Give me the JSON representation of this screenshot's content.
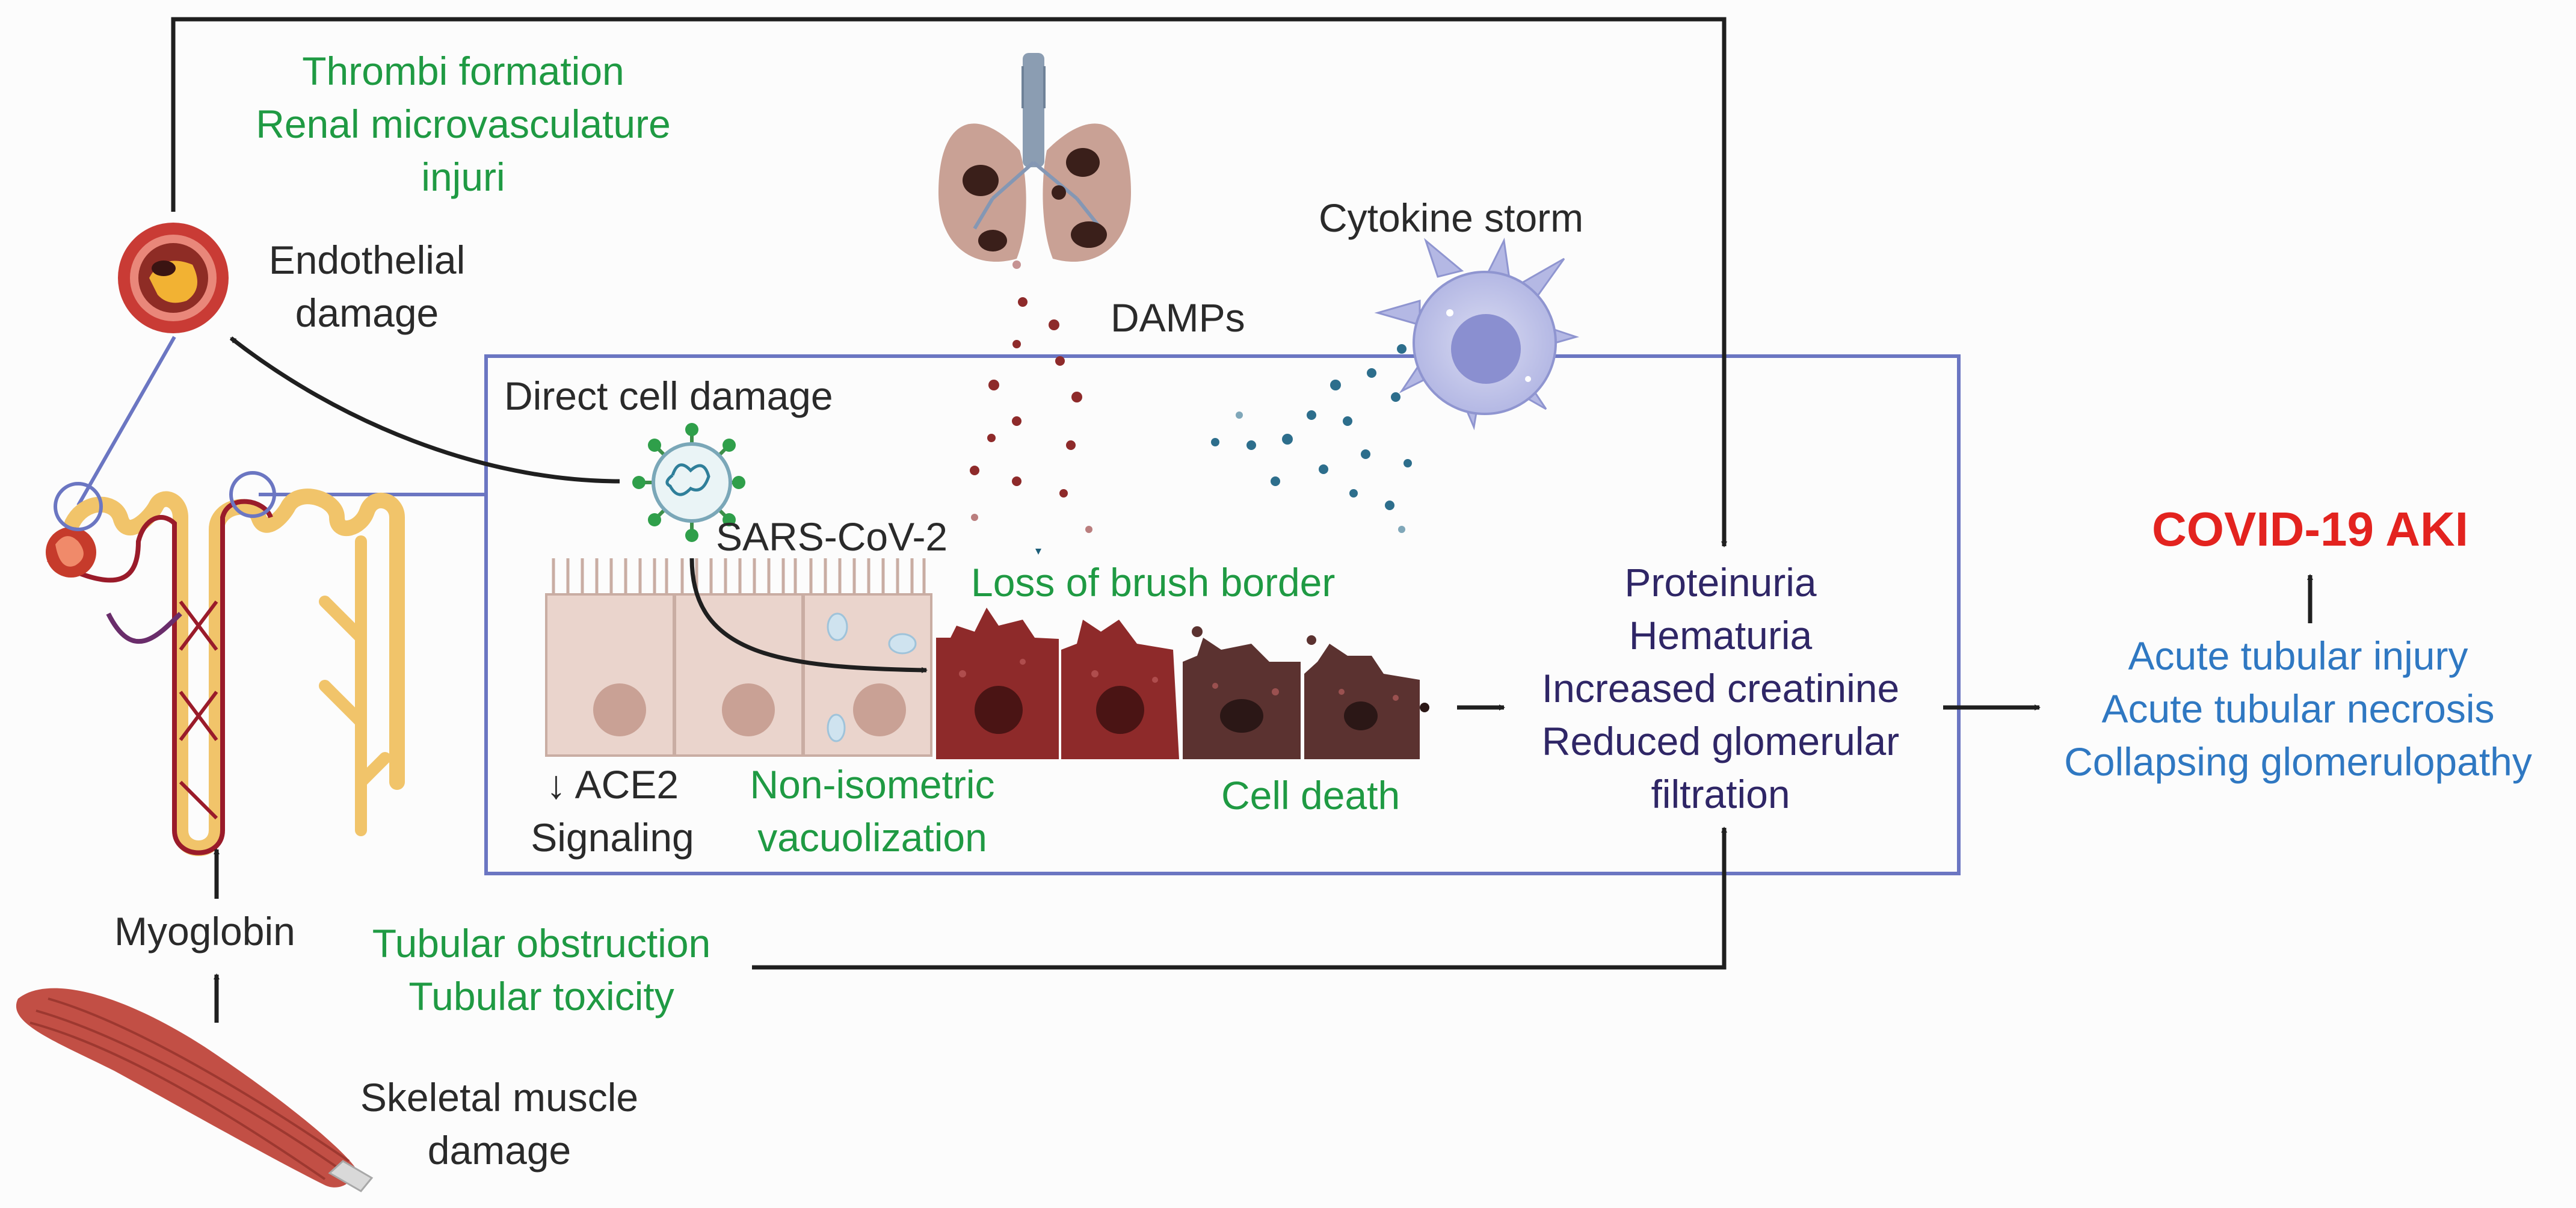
{
  "top_label": {
    "line1": "Thrombi formation",
    "line2": "Renal microvasculature",
    "line3": "injuri"
  },
  "endothelial": {
    "line1": "Endothelial",
    "line2": "damage"
  },
  "damps_label": "DAMPs",
  "cytokine_label": "Cytokine storm",
  "direct_damage_label": "Direct cell damage",
  "virus_label": "SARS-CoV-2",
  "brush_border_label": "Loss of brush border",
  "ace2": {
    "line1": "↓ ACE2",
    "line2": "Signaling"
  },
  "vacuolization": {
    "line1": "Non-isometric",
    "line2": "vacuolization"
  },
  "cell_death_label": "Cell death",
  "outcomes": {
    "line1": "Proteinuria",
    "line2": "Hematuria",
    "line3": "Increased creatinine",
    "line4": "Reduced glomerular",
    "line5": "filtration"
  },
  "aki_title": "COVID-19 AKI",
  "aki_causes": {
    "line1": "Acute tubular injury",
    "line2": "Acute tubular necrosis",
    "line3": "Collapsing glomerulopathy"
  },
  "myoglobin_label": "Myoglobin",
  "tubular": {
    "line1": "Tubular obstruction",
    "line2": "Tubular toxicity"
  },
  "muscle": {
    "line1": "Skeletal muscle",
    "line2": "damage"
  },
  "colors": {
    "green_text": "#1f9a43",
    "navy_text": "#2f2666",
    "blue_text": "#2f78c2",
    "red_title": "#e3231f",
    "box_border": "#6b76c2",
    "arrow": "#1f1f1f",
    "damps_arrow": "#1d5e79"
  },
  "icons": [
    "lungs-icon",
    "cytokine-cell-icon",
    "virus-icon",
    "blood-vessel-icon",
    "nephron-icon",
    "muscle-icon",
    "epithelial-cells-icon",
    "dying-cells-icon"
  ]
}
